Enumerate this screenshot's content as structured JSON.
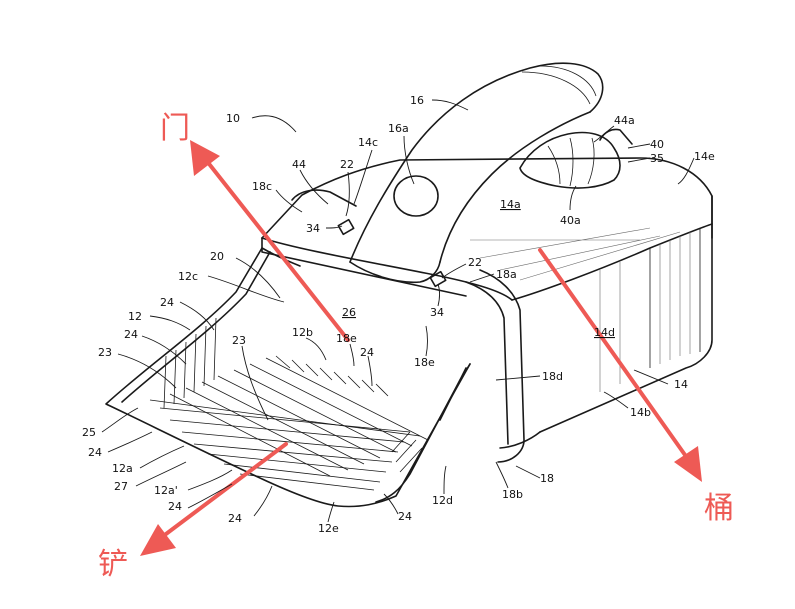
{
  "annotations": {
    "door": "门",
    "bucket": "桶",
    "shovel": "铲"
  },
  "annotation_color": "#ee5a55",
  "refs": {
    "r10": "10",
    "r16": "16",
    "r16a": "16a",
    "r14c": "14c",
    "r44": "44",
    "r22a": "22",
    "r18c": "18c",
    "r34a": "34",
    "r44a": "44a",
    "r40": "40",
    "r35": "35",
    "r14e": "14e",
    "r14a": "14a",
    "r40a": "40a",
    "r20": "20",
    "r12c": "12c",
    "r22b": "22",
    "r18a": "18a",
    "r34b": "34",
    "r26": "26",
    "r24a": "24",
    "r12": "12",
    "r24b": "24",
    "r12b": "12b",
    "r18e": "18e",
    "r18e2": "18e",
    "r14d": "14d",
    "r23a": "23",
    "r23b": "23",
    "r24c": "24",
    "r18d": "18d",
    "r14": "14",
    "r14b": "14b",
    "r25": "25",
    "r24d": "24",
    "r12a": "12a",
    "r27": "27",
    "r12a2": "12a'",
    "r24e": "24",
    "r24f": "24",
    "r12e": "12e",
    "r24g": "24",
    "r12d": "12d",
    "r18b": "18b",
    "r18": "18"
  }
}
